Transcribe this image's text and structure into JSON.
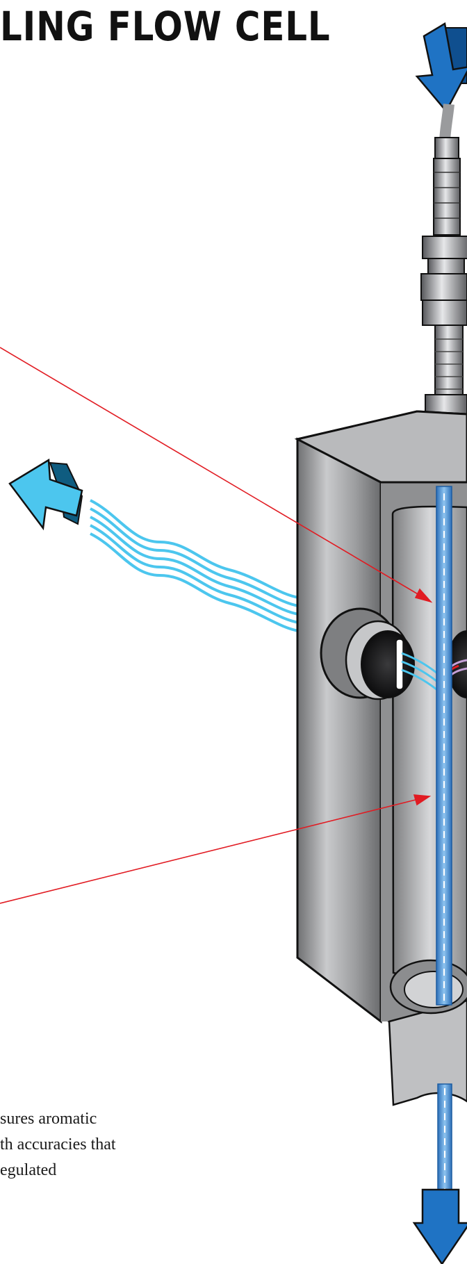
{
  "title": "LING FLOW CELL",
  "caption_lines": [
    "sures aromatic",
    "th accuracies that",
    "egulated"
  ],
  "colors": {
    "flow_arrow": "#1f73c4",
    "emission_wave": "#4cc6ee",
    "leader_line": "#e11b22",
    "cell_body": "#a9aaac",
    "stream": "#5aa0dd"
  },
  "icons": [
    "flow-in-arrow-icon",
    "flow-out-arrow-icon",
    "emission-arrow-icon"
  ]
}
